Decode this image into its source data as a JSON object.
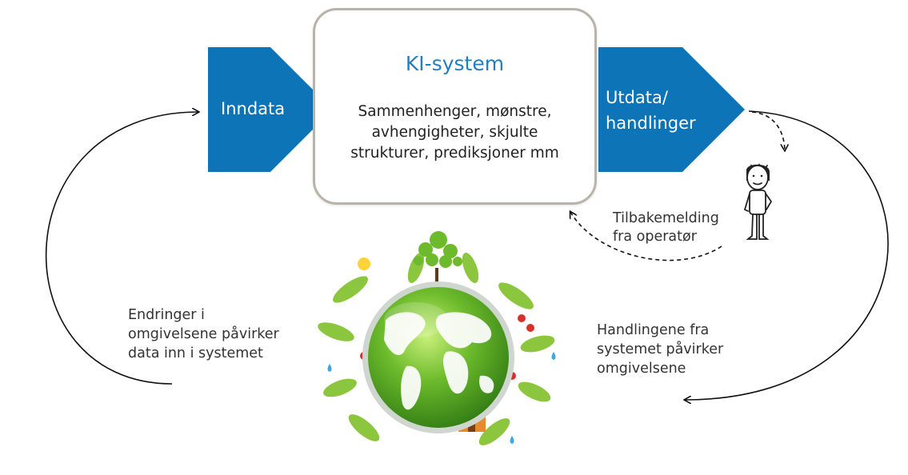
{
  "input_arrow": {
    "label": "Inndata"
  },
  "ki_system": {
    "title": "KI-system",
    "lines": [
      "Sammenhenger, mønstre,",
      "avhengigheter, skjulte",
      "strukturer, prediksjoner mm"
    ]
  },
  "output_arrow": {
    "lines": [
      "Utdata/",
      "handlinger"
    ]
  },
  "feedback_label": {
    "lines": [
      "Tilbakemelding",
      "fra operatør"
    ]
  },
  "environment_change_label": {
    "lines": [
      "Endringer i",
      "omgivelsene påvirker",
      "data inn i systemet"
    ]
  },
  "system_effect_label": {
    "lines": [
      "Handlingene fra",
      "systemet påvirker",
      "omgivelsene"
    ]
  },
  "colors": {
    "arrow_blue": "#0e74b8",
    "title_blue": "#1f7fbf",
    "box_border": "#b9b4ab",
    "globe_green": "#6dbb2c",
    "leaf_green": "#8cc63f"
  },
  "icons": {
    "operator": "stick-figure-person-icon",
    "environment": "green-earth-globe-icon"
  }
}
